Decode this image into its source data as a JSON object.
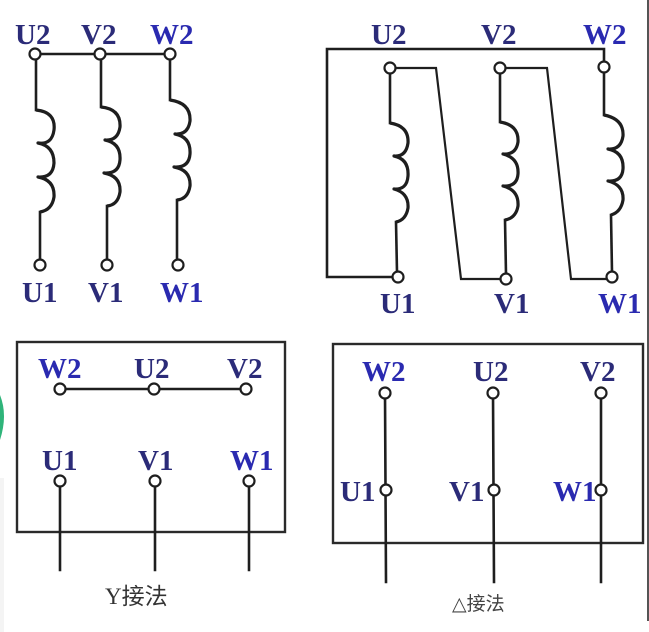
{
  "diagram": {
    "title": "Three-phase motor winding connections: Y (star) and Delta",
    "colors": {
      "wire": "#1e1e1e",
      "label": "#2b2b78",
      "label_w": "#2a2ab0",
      "caption": "#333333",
      "background": "#ffffff"
    },
    "panels": {
      "star_schematic": {
        "top_labels": [
          "U2",
          "V2",
          "W2"
        ],
        "bottom_labels": [
          "U1",
          "V1",
          "W1"
        ],
        "description": "Three coils with U2, V2, W2 tied together (star point)"
      },
      "delta_schematic": {
        "top_labels": [
          "U2",
          "V2",
          "W2"
        ],
        "bottom_labels": [
          "U1",
          "V1",
          "W1"
        ],
        "description": "Coils connected head-to-tail: U2-W1? frame, U2→V1, V2→W1, W2→U1 loop"
      },
      "star_terminal_box": {
        "top_labels": [
          "W2",
          "U2",
          "V2"
        ],
        "bottom_labels": [
          "U1",
          "V1",
          "W1"
        ],
        "caption": "Y接法",
        "description": "Upper row W2-U2-V2 shorted by a horizontal link"
      },
      "delta_terminal_box": {
        "top_labels": [
          "W2",
          "U2",
          "V2"
        ],
        "bottom_labels": [
          "U1",
          "V1",
          "W1"
        ],
        "caption": "△接法",
        "description": "Vertical links W2-U1, U2-V1, V2-W1"
      }
    }
  }
}
